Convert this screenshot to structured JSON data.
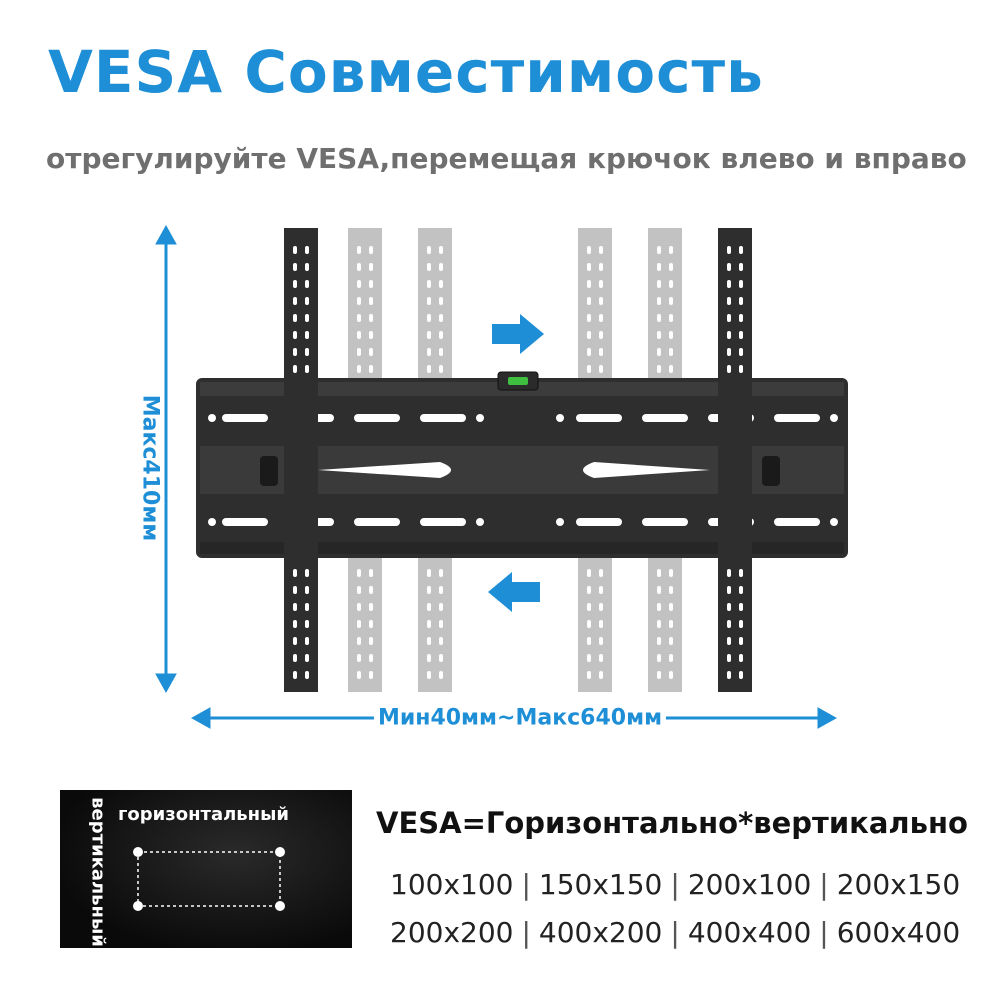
{
  "title": "VESA Совместимость",
  "subtitle": "отрегулируйте VESA,перемещая крючок влево и вправо",
  "diagram": {
    "vertical_label": "Макс410мм",
    "horizontal_label": "Мин40мм~Макс640мм",
    "arrow_color": "#1e8fd6"
  },
  "legend": {
    "horizontal_label": "горизонтальный",
    "vertical_label": "вертикальный"
  },
  "formula": "VESA=Горизонтально*вертикально",
  "sizes_row1": [
    "100x100",
    "150x150",
    "200x100",
    "200x150"
  ],
  "sizes_row2": [
    "200x200",
    "400x200",
    "400x400",
    "600x400"
  ],
  "separator": "|"
}
